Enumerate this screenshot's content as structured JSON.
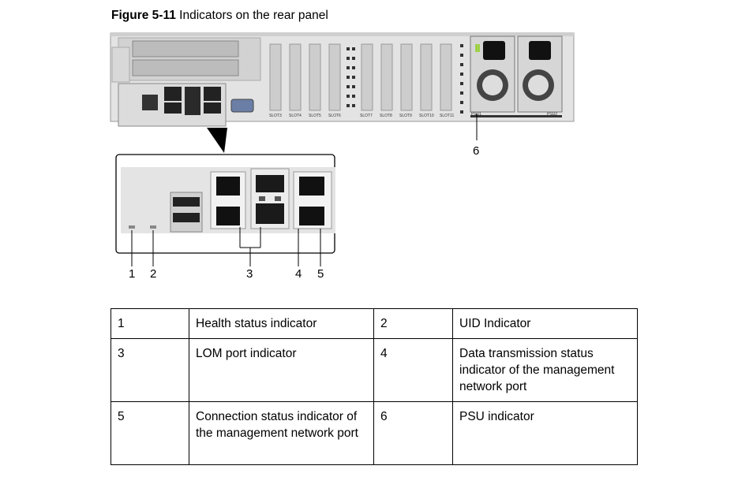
{
  "caption": {
    "label": "Figure 5-11",
    "text": "Indicators on the rear panel"
  },
  "panel": {
    "slot_labels": [
      "SLOT3",
      "SLOT4",
      "SLOT5",
      "SLOT6",
      "SLOT7",
      "SLOT8",
      "SLOT9",
      "SLOT10",
      "SLOT11"
    ],
    "psu_labels": [
      "PSU1",
      "PSU2"
    ]
  },
  "callouts": [
    "1",
    "2",
    "3",
    "4",
    "5",
    "6"
  ],
  "legend": [
    {
      "num_a": "1",
      "desc_a": "Health status indicator",
      "num_b": "2",
      "desc_b": "UID Indicator"
    },
    {
      "num_a": "3",
      "desc_a": "LOM port indicator",
      "num_b": "4",
      "desc_b": "Data transmission status indicator of the management network port"
    },
    {
      "num_a": "5",
      "desc_a": "Connection status indicator of the management network port",
      "num_b": "6",
      "desc_b": "PSU indicator"
    }
  ]
}
